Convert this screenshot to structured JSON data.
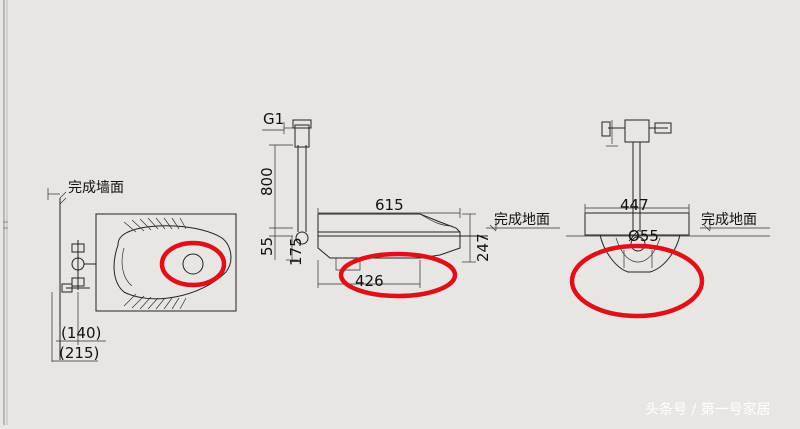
{
  "labels": {
    "finished_wall": "完成墙面",
    "finished_floor_side": "完成地面",
    "finished_floor_end": "完成地面",
    "thread": "G1"
  },
  "dimensions": {
    "plan_140": "(140)",
    "plan_215": "(215)",
    "height_800": "800",
    "height_55": "55",
    "height_175": "175",
    "length_615": "615",
    "length_426": "426",
    "height_247": "247",
    "width_447": "447",
    "dia_55": "Ø55"
  },
  "colors": {
    "background": "#e8e5e2",
    "highlight": "#e0101a"
  },
  "watermark": "头条号 / 第一号家居"
}
